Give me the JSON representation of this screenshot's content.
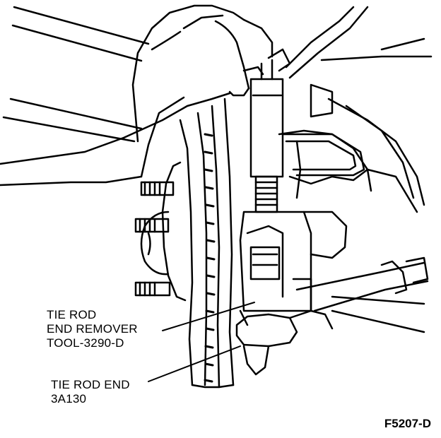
{
  "labels": {
    "remover_line1": "TIE ROD",
    "remover_line2": "END REMOVER",
    "remover_line3": "TOOL-3290-D",
    "tie_rod_end_line1": "TIE ROD END",
    "tie_rod_end_line2": "3A130"
  },
  "figure_id": "F5207-D"
}
